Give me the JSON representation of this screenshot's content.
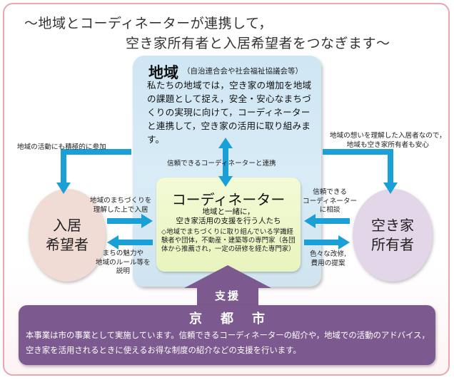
{
  "title": {
    "line1": "～地域とコーディネーターが連携して，",
    "line2": "空き家所有者と入居希望者をつなぎます～"
  },
  "region": {
    "name": "地域",
    "sub": "（自治連合会や社会福祉協議会等）",
    "desc": "私たちの地域では，空き家の増加を地域の課題として捉え，安全・安心なまちづくりの実現に向けて，コーディネーターと連携して，空き家の活用に取り組みます。"
  },
  "coordinator": {
    "name": "コーディネーター",
    "desc_line1": "地域と一緒に，",
    "desc_line2": "空き家活用の支援を行う人たち",
    "note": "◇地域でまちづくりに取り組んでいる学識経験者や団体，不動産・建築等の専門家（各団体から推薦され，一定の研修を経た専門家）"
  },
  "applicant": {
    "line1": "入居",
    "line2": "希望者"
  },
  "owner": {
    "line1": "空き家",
    "line2": "所有者"
  },
  "labels": {
    "region_to_applicant": "地域の活動にも積極的に参加",
    "region_to_owner_line1": "地域の想いを理解した入居者なので，",
    "region_to_owner_line2": "地域も空き家所有者も安心",
    "coordinator_region": "信頼できるコーディネーターと連携",
    "applicant_to_coord_line1": "地域のまちづくりを",
    "applicant_to_coord_line2": "理解した上で入居",
    "coord_to_applicant_line1": "まちの魅力や",
    "coord_to_applicant_line2": "地域のルール等を",
    "coord_to_applicant_line3": "説明",
    "owner_to_coord_line1": "信頼できる",
    "owner_to_coord_line2": "コーディネーター",
    "owner_to_coord_line3": "に相談",
    "coord_to_owner_line1": "色々な改修,",
    "coord_to_owner_line2": "費用の提案"
  },
  "support": {
    "label": "支援",
    "city": "京都市",
    "desc": "本事業は市の事業として実施しています。信頼できるコーディネーターの紹介や，地域での活動のアドバイス，空き家を活用されるときに使えるお得な制度の紹介などの支援を行います。"
  },
  "colors": {
    "arrow": "#1aa0d6",
    "region_bg": "#d4e9f5",
    "coordinator_bg": "#eef7cc",
    "applicant_bg": "#f0dbd5",
    "owner_bg": "#e3d6e8",
    "support_bg": "#7c5a8f",
    "frame_border": "#e9a7b0"
  }
}
